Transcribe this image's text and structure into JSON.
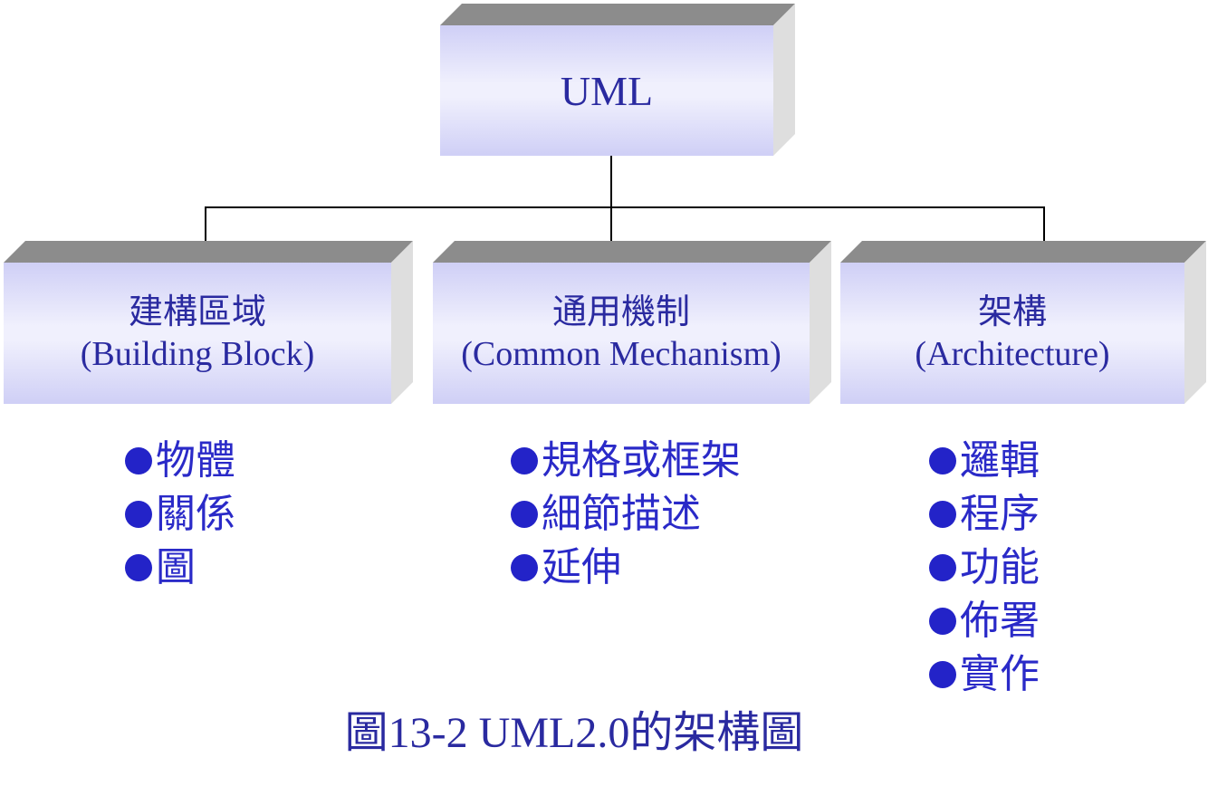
{
  "diagram": {
    "root": {
      "label": "UML"
    },
    "children": [
      {
        "title": "建構區域",
        "subtitle": "(Building Block)",
        "items": [
          "物體",
          "關係",
          "圖"
        ]
      },
      {
        "title": "通用機制",
        "subtitle": "(Common Mechanism)",
        "items": [
          "規格或框架",
          "細節描述",
          "延伸"
        ]
      },
      {
        "title": "架構",
        "subtitle": "(Architecture)",
        "items": [
          "邏輯",
          "程序",
          "功能",
          "佈署",
          "實作"
        ]
      }
    ],
    "caption": "圖13-2 UML2.0的架構圖"
  },
  "colors": {
    "text_primary": "#2a2aa0",
    "bullet": "#2323c8",
    "box_face_light": "#f0f0fd",
    "box_face_dark": "#cfcff6",
    "box_top": "#8c8c8c",
    "box_side": "#dedede",
    "connector": "#000000"
  },
  "icons": {
    "bullet": "filled-circle-bullet-icon"
  }
}
